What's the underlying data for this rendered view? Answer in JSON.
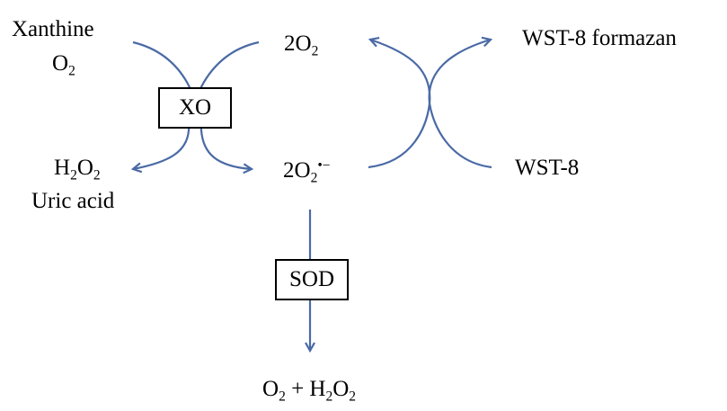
{
  "reaction": {
    "xanthine": "Xanthine",
    "o2_base": "O",
    "o2_sub": "2",
    "two_o2_coef": "2O",
    "two_o2_sub": "2",
    "superoxide_coef": "2O",
    "superoxide_sub": "2",
    "superoxide_sup": "•−",
    "h2o2_h": "H",
    "h2o2_h_sub": "2",
    "h2o2_o": "O",
    "h2o2_o_sub": "2",
    "uric_acid": "Uric acid",
    "wst8_formazan": "WST-8 formazan",
    "wst8": "WST-8",
    "product_o": "O",
    "product_o_sub": "2",
    "product_plus": " + H",
    "product_h_sub": "2",
    "product_o2": "O",
    "product_o2_sub": "2"
  },
  "enzymes": {
    "xo": "XO",
    "sod": "SOD"
  },
  "colors": {
    "arrow": "#4a6aa5",
    "text": "#000000",
    "box_border": "#000000"
  }
}
